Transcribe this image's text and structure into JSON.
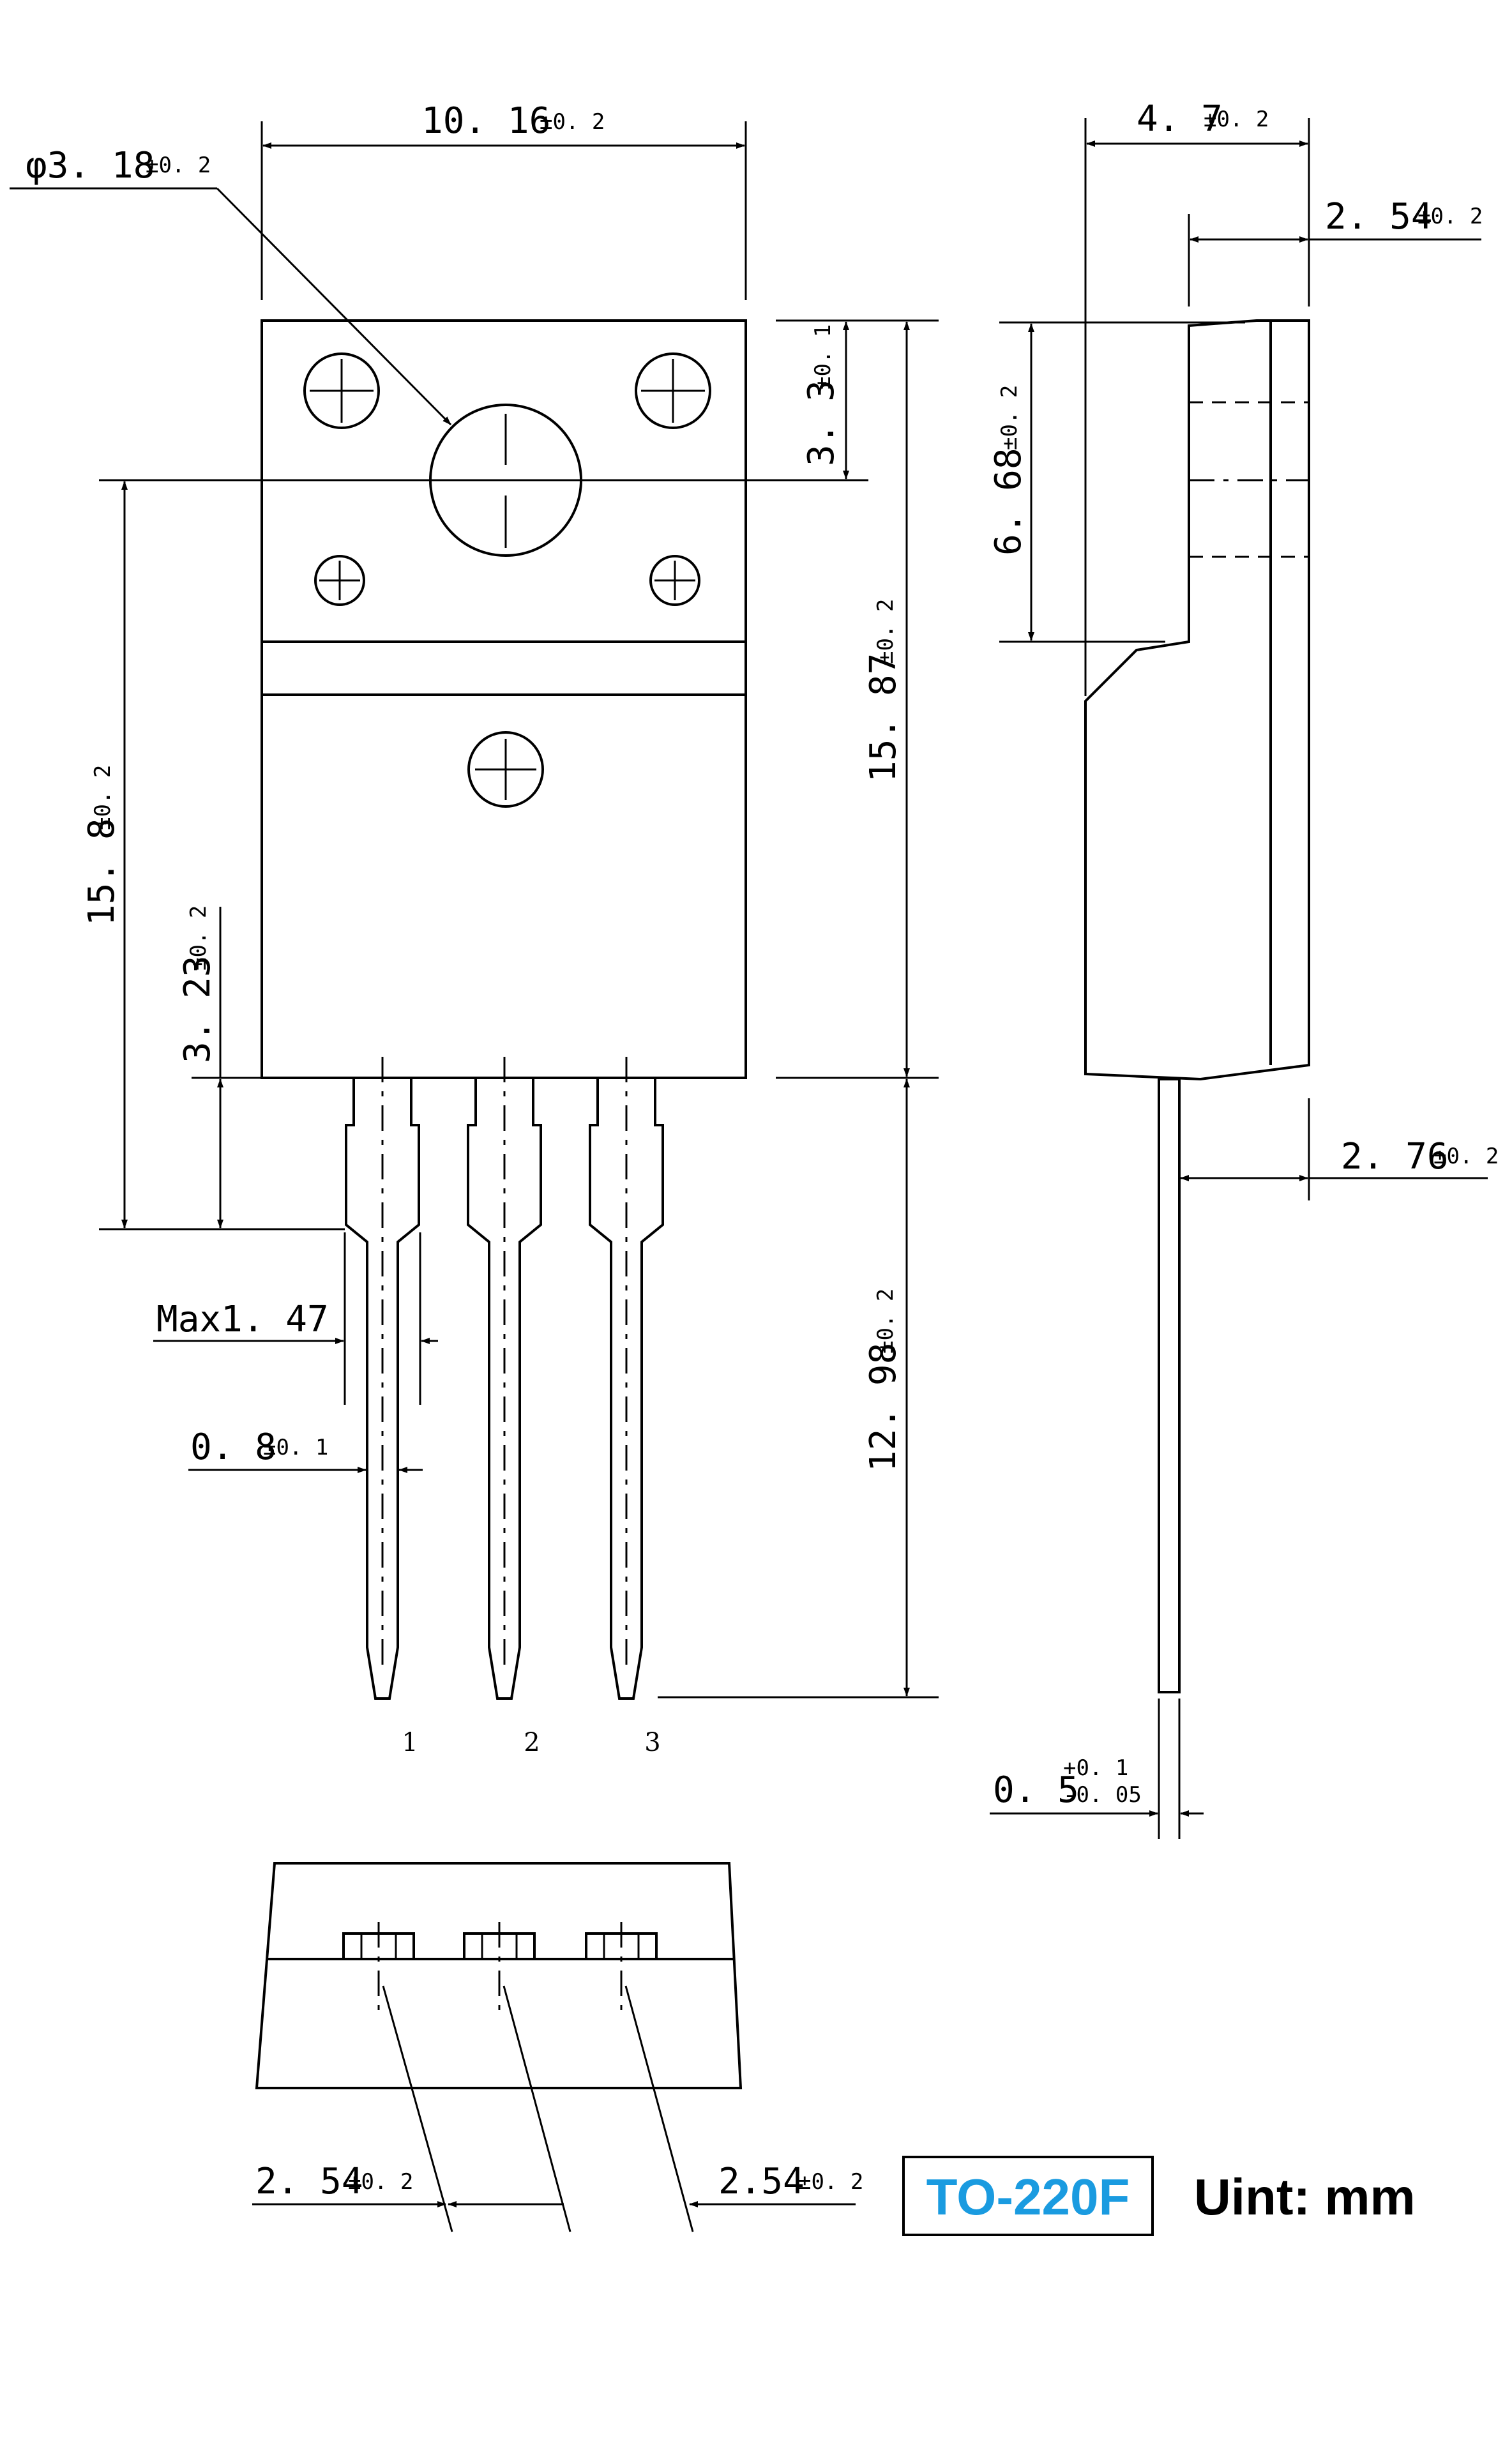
{
  "package_name": "TO-220F",
  "package_color": "#1a9be0",
  "unit_label": "Uint: mm",
  "pins": [
    "1",
    "2",
    "3"
  ],
  "dimensions": {
    "body_width": {
      "value": "10. 16",
      "tol": "±0. 2"
    },
    "hole_diameter": {
      "value": "φ3. 18",
      "tol": "±0. 2"
    },
    "hole_top": {
      "value": "3. 3",
      "tol": "±0. 1"
    },
    "body_height": {
      "value": "15. 87",
      "tol": "±0. 2"
    },
    "hole_to_lead": {
      "value": "15. 8",
      "tol": "±0. 2"
    },
    "lead_shoulder": {
      "value": "3. 23",
      "tol": "±0. 2"
    },
    "lead_max": {
      "value": "Max1. 47",
      "tol": ""
    },
    "lead_width": {
      "value": "0. 8",
      "tol": "±0. 1"
    },
    "lead_length": {
      "value": "12. 98",
      "tol": "±0. 2"
    },
    "side_thickness": {
      "value": "4. 7",
      "tol": "±0. 2"
    },
    "side_tab": {
      "value": "2. 54",
      "tol": "±0. 2"
    },
    "side_tab_height": {
      "value": "6. 68",
      "tol": "±0. 2"
    },
    "lead_offset": {
      "value": "2. 76",
      "tol": "±0. 2"
    },
    "lead_thickness": {
      "value": "0. 5",
      "tol_plus": "+0. 1",
      "tol_minus": "-0. 05"
    },
    "pitch_left": {
      "value": "2. 54",
      "tol": "±0. 2"
    },
    "pitch_right": {
      "value": "2.54",
      "tol": "±0. 2"
    }
  }
}
